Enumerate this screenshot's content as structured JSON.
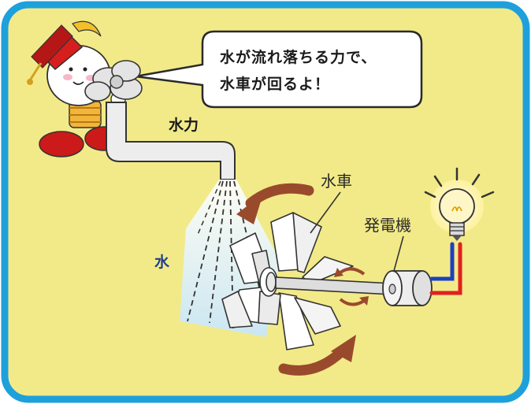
{
  "speech_bubble": {
    "line1": "水が流れ落ちる力で、",
    "line2": "水車が回るよ！"
  },
  "labels": {
    "water_power": "水力",
    "water": "水",
    "water_wheel": "水車",
    "generator": "発電機"
  },
  "colors": {
    "frame_border": "#1ea0dc",
    "background": "#f2ea88",
    "arrow": "#9a4a2c",
    "water_label": "#1f3f8f",
    "wire_red": "#e02020",
    "wire_blue": "#1e3fbf",
    "bulb_glow": "#fff2a0"
  },
  "icons": {
    "character": "mascot-character-icon",
    "bulb": "light-bulb-icon"
  }
}
